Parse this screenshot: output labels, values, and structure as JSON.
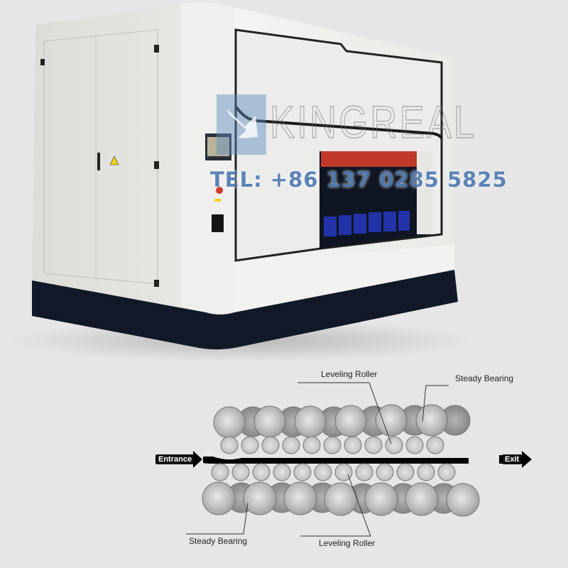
{
  "photo": {
    "subject": "precision leveling machine",
    "colors": {
      "body": "#ededeb",
      "base": "#111827",
      "window_red": "#c0392b",
      "rollers_blue": "#2233aa"
    }
  },
  "watermark": {
    "brand": "KINGREAL",
    "phone": "TEL:  +86 137 0285 5825",
    "color": "#4a78b0"
  },
  "diagram": {
    "labels": {
      "leveling_roller_top": "Leveling Roller",
      "steady_bearing_top": "Steady Bearing",
      "steady_bearing_bottom": "Steady Bearing",
      "leveling_roller_bottom": "Leveling Roller"
    },
    "entrance": "Entrance",
    "exit": "Exit",
    "top_bearings": 12,
    "top_rollers": 11,
    "bottom_rollers": 12,
    "bottom_bearings": 13
  }
}
